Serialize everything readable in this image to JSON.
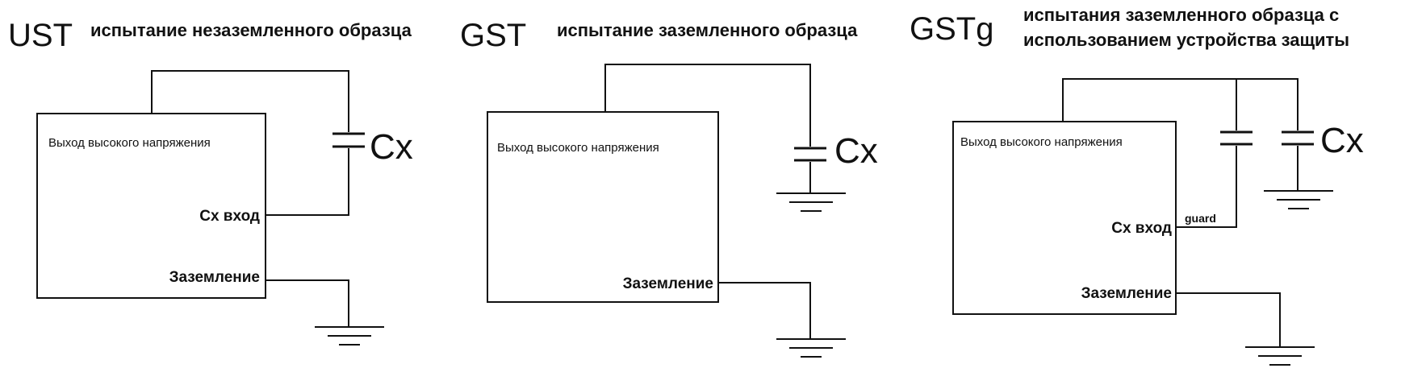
{
  "diagrams": [
    {
      "mode": "UST",
      "description": [
        "испытание незаземленного образца"
      ],
      "box_title": "Выход высокого напряжения",
      "cx_input": "Cx вход",
      "ground": "Заземление",
      "cap_label": "Cx"
    },
    {
      "mode": "GST",
      "description": [
        "испытание заземленного образца"
      ],
      "box_title": "Выход высокого напряжения",
      "ground": "Заземление",
      "cap_label": "Cx"
    },
    {
      "mode": "GSTg",
      "description": [
        "испытания заземленного образца с",
        "использованием устройства защиты"
      ],
      "box_title": "Выход высокого напряжения",
      "cx_input": "Cx вход",
      "ground": "Заземление",
      "cap_label": "Cx",
      "guard_label": "guard"
    }
  ]
}
